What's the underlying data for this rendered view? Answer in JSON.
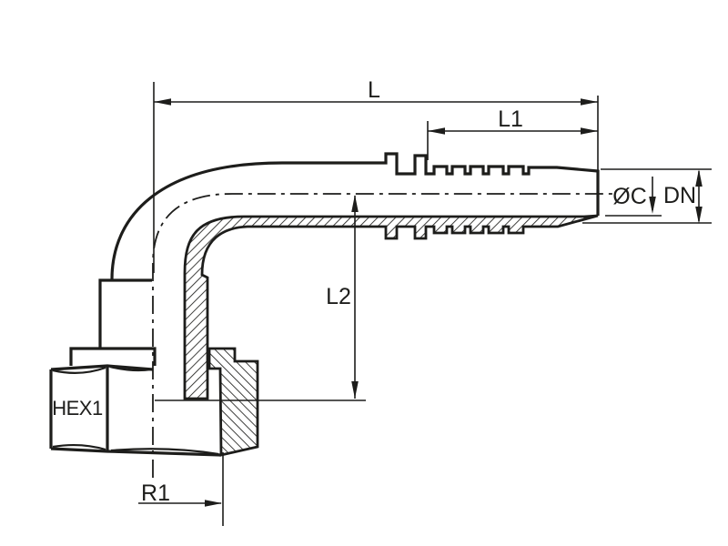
{
  "drawing": {
    "labels": {
      "overall_length": "L",
      "tail_length": "L1",
      "center_height": "L2",
      "bend_radius": "R1",
      "tail_diameter": "ØC",
      "nominal_bore": "DN",
      "hex_size": "HEX1"
    },
    "colors": {
      "ink": "#1d1d1b",
      "background": "#ffffff"
    }
  }
}
